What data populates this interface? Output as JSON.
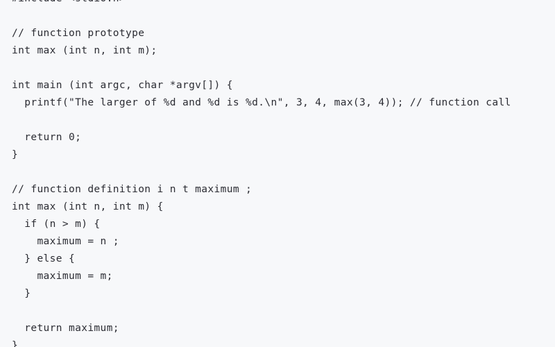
{
  "editor": {
    "language": "c",
    "background_color": "#f7f8fa",
    "text_color": "#2b2c33",
    "scrolled": true,
    "first_line_clipped": true,
    "lines": [
      "#include <stdio.h>",
      "",
      "// function prototype",
      "int max (int n, int m);",
      "",
      "int main (int argc, char *argv[]) {",
      "  printf(\"The larger of %d and %d is %d.\\n\", 3, 4, max(3, 4)); // function call",
      "",
      "  return 0;",
      "}",
      "",
      "// function definition i n t maximum ;",
      "int max (int n, int m) {",
      "  if (n > m) {",
      "    maximum = n ;",
      "  } else {",
      "    maximum = m;",
      "  }",
      "",
      "  return maximum;",
      "}"
    ]
  }
}
